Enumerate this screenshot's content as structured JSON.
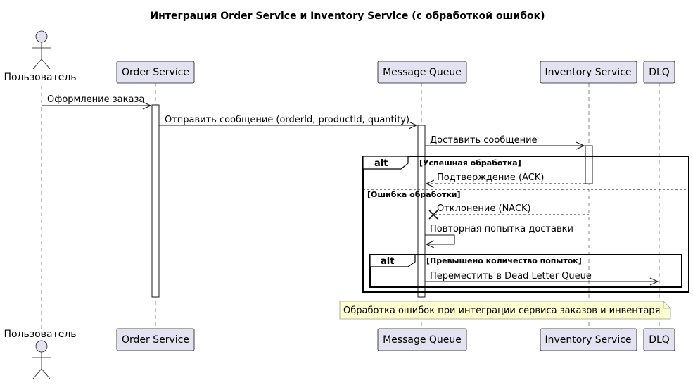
{
  "diagram": {
    "title": "Интеграция Order Service и Inventory Service (с обработкой ошибок)",
    "participants": {
      "user": "Пользователь",
      "order": "Order Service",
      "mq": "Message Queue",
      "inventory": "Inventory Service",
      "dlq": "DLQ"
    },
    "messages": {
      "m1": "Оформление заказа",
      "m2": "Отправить сообщение (orderId, productId, quantity)",
      "m3": "Доставить сообщение",
      "m4": "Подтверждение (ACK)",
      "m5": "Отклонение (NACK)",
      "m6": "Повторная попытка доставки",
      "m7": "Переместить в Dead Letter Queue"
    },
    "fragments": {
      "alt_outer": {
        "keyword": "alt",
        "guard1": "[Успешная обработка]",
        "guard2": "[Ошибка обработки]"
      },
      "alt_inner": {
        "keyword": "alt",
        "guard": "[Превышено количество попыток]"
      }
    },
    "note": "Обработка ошибок при интеграции сервиса заказов и инвентаря",
    "colors": {
      "participant_fill": "#e2e2f0",
      "note_fill": "#fefecf",
      "line": "#181818"
    }
  }
}
